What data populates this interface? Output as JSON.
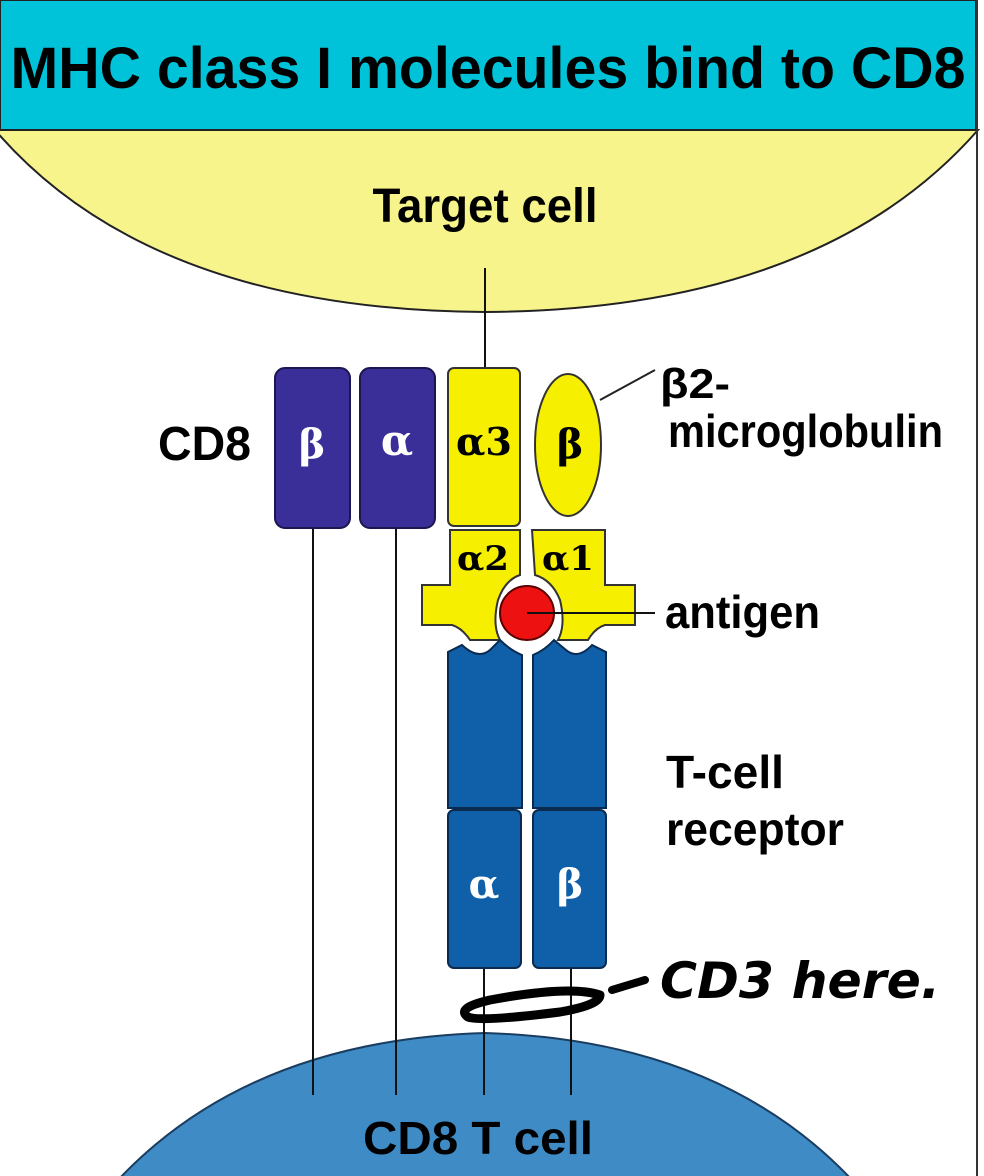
{
  "title": "MHC class I molecules bind to CD8",
  "colors": {
    "banner": "#00c3da",
    "target_cell": "#f8f48c",
    "mhc": "#f6f000",
    "cd8": "#3a2e98",
    "tcr": "#0f5fa9",
    "t_cell": "#3f8bc5",
    "antigen": "#ee1111"
  },
  "labels": {
    "target_cell": "Target cell",
    "cd8": "CD8",
    "b2m_line1": "β2-",
    "b2m_line2": "microglobulin",
    "antigen": "antigen",
    "tcr_line1": "T-cell",
    "tcr_line2": "receptor",
    "t_cell": "CD8  T cell"
  },
  "domains": {
    "cd8_beta": "β",
    "cd8_alpha": "α",
    "alpha3": "α3",
    "b2m_beta": "β",
    "alpha2": "α2",
    "alpha1": "α1",
    "tcr_alpha": "α",
    "tcr_beta": "β"
  },
  "annotation": {
    "handwritten": "CD3 here."
  }
}
